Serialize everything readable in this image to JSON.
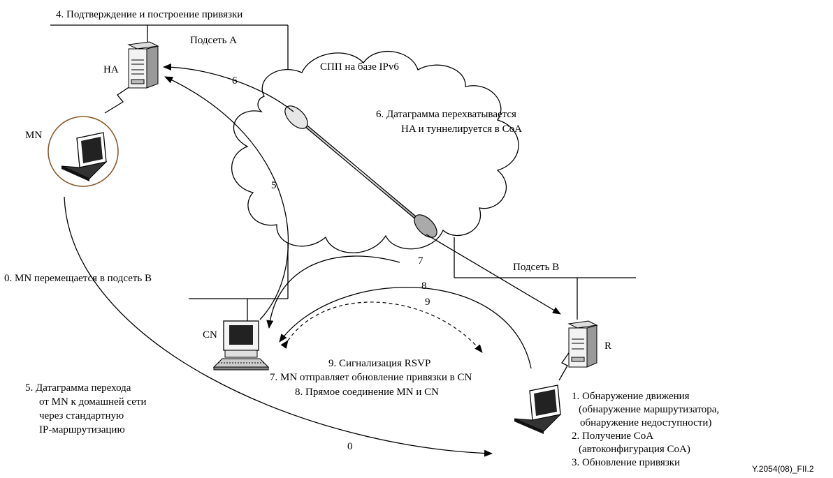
{
  "labels": {
    "step4": "4. Подтверждение и построение привязки",
    "subnet_a": "Подсеть A",
    "ha": "HA",
    "mn": "MN",
    "cloud": "СПП на базе IPv6",
    "num6": "6",
    "num5": "5",
    "num7": "7",
    "num8": "8",
    "num9": "9",
    "num0": "0",
    "tunnel_line1": "6. Датаграмма перехватывается",
    "tunnel_line2": "HA и туннелируется в CoA",
    "subnet_b": "Подсеть B",
    "step0": "0. MN перемещается в подсеть B",
    "cn": "CN",
    "r": "R",
    "step9": "9. Сигнализация RSVP",
    "step7": "7. MN отправляет обновление привязки в CN",
    "step8": "8. Прямое соединение MN и CN",
    "step5_l1": "5. Датаграмма перехода",
    "step5_l2": "от MN к домашней сети",
    "step5_l3": "через стандартную",
    "step5_l4": "IP-маршрутизацию",
    "step1_l1": "1. Обнаружение движения",
    "step1_l2": "(обнаружение маршрутизатора,",
    "step1_l3": "обнаружение недоступности)",
    "step2_l1": "2. Получение CoA",
    "step2_l2": "(автоконфигурация CoA)",
    "step3": "3. Обновление привязки",
    "figure_id": "Y.2054(08)_FII.2"
  },
  "icons": [
    "server-icon",
    "laptop-icon",
    "desktop-computer-icon",
    "router-icon",
    "cloud-icon",
    "tunnel-pipe-icon"
  ]
}
